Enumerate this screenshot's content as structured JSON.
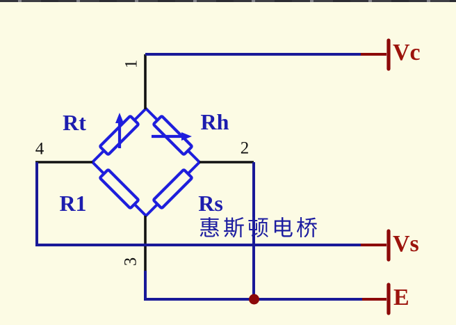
{
  "schematic": {
    "caption": "惠斯顿电桥",
    "nodes": [
      {
        "id": "node-1",
        "label": "1",
        "orientation": "rotated-90ccw"
      },
      {
        "id": "node-2",
        "label": "2",
        "orientation": "upright"
      },
      {
        "id": "node-3",
        "label": "3",
        "orientation": "rotated-90ccw"
      },
      {
        "id": "node-4",
        "label": "4",
        "orientation": "upright"
      }
    ],
    "resistors": [
      {
        "ref": "Rt",
        "type": "variable",
        "arrow_direction": "up"
      },
      {
        "ref": "Rh",
        "type": "variable",
        "arrow_direction": "right"
      },
      {
        "ref": "R1",
        "type": "fixed"
      },
      {
        "ref": "Rs",
        "type": "fixed"
      }
    ],
    "terminals": [
      {
        "label": "Vc",
        "position": "top-right"
      },
      {
        "label": "Vs",
        "position": "middle-right"
      },
      {
        "label": "E",
        "position": "bottom-right"
      }
    ],
    "junction": {
      "shape": "dot",
      "color": "#8c0909"
    },
    "colors": {
      "background": "#fcfbe4",
      "wire_blue": "#191998",
      "wire_black": "#121212",
      "component_blue": "#1e1edc",
      "resistor_label_blue": "#1d1dae",
      "caption_blue": "#1d1da0",
      "terminal_red": "#8c0909",
      "terminal_text_red": "#9c130c",
      "node_text_black": "#111111"
    }
  }
}
